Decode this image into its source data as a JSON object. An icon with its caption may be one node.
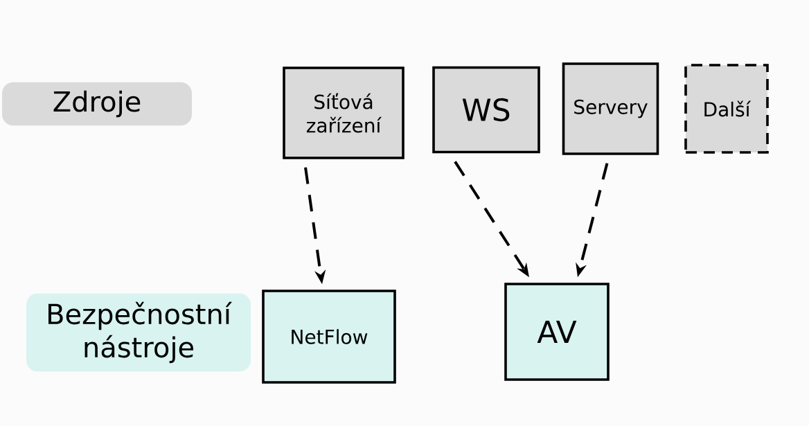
{
  "diagram": {
    "nodes": [
      {
        "text": [
          "Síťová zařízení"
        ]
      },
      {
        "text": [
          "WS"
        ]
      },
      {
        "text": [
          "Servery"
        ]
      },
      {
        "text": [
          "Další"
        ]
      },
      {
        "text": [
          "NetFlow"
        ]
      },
      {
        "text": [
          "AV"
        ]
      }
    ],
    "edges": [
      {
        "from": 0,
        "to": 4,
        "arrow": "to",
        "style": "dashed"
      },
      {
        "from": 1,
        "to": 5,
        "arrow": "to",
        "style": "dashed"
      },
      {
        "from": 2,
        "to": 5,
        "arrow": "to",
        "style": "dashed"
      }
    ],
    "labels": [
      "Zdroje",
      "Bezpečnostní nástroje"
    ]
  }
}
